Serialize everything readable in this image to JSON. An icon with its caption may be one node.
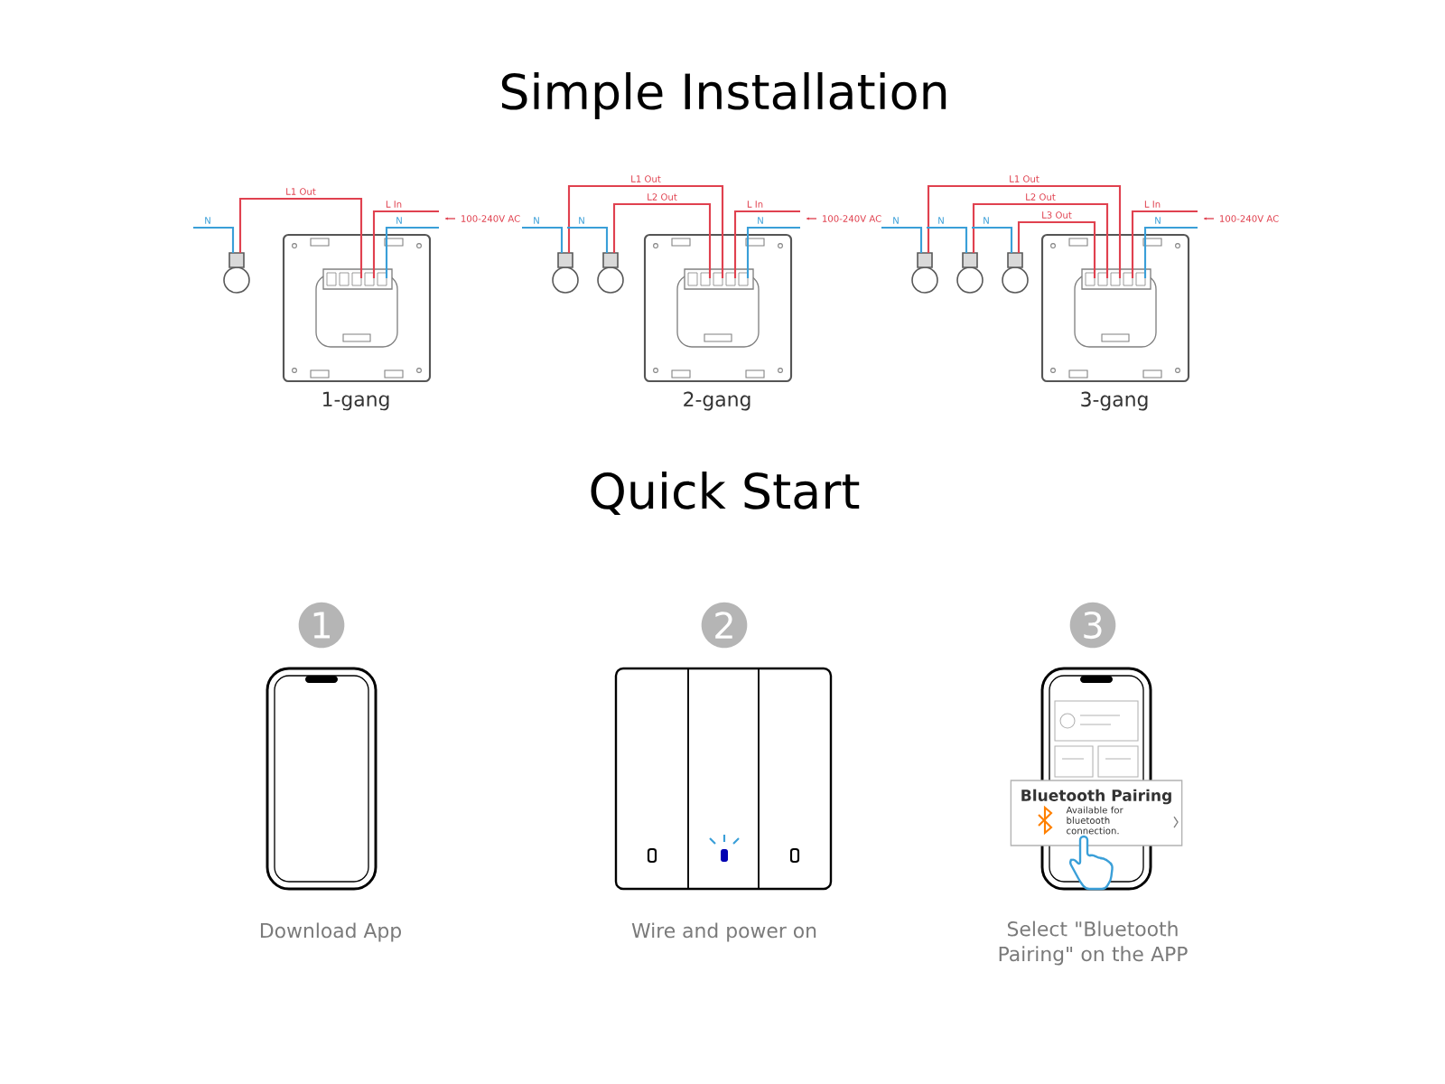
{
  "diagram": {
    "nodes": [
      {
        "text": [
          "1"
        ]
      },
      {
        "text": [
          "2"
        ]
      },
      {
        "text": [
          "3"
        ]
      },
      {
        "text": [
          "Bluetooth Pairing",
          "Available for bluetooth connection."
        ]
      }
    ],
    "labels": [
      "Simple Installation",
      "L1 Out",
      "N",
      "L In",
      "N",
      "100-240V AC",
      "L1 Out",
      "L2 Out",
      "N",
      "N",
      "L In",
      "N",
      "100-240V AC",
      "L1 Out",
      "L2 Out",
      "L3 Out",
      "N",
      "N",
      "N",
      "L In",
      "N",
      "100-240V AC",
      "1-gang",
      "2-gang",
      "3-gang",
      "Quick Start",
      "Download App",
      "Wire and power on",
      "Select \"Bluetooth Pairing\" on the APP"
    ]
  }
}
